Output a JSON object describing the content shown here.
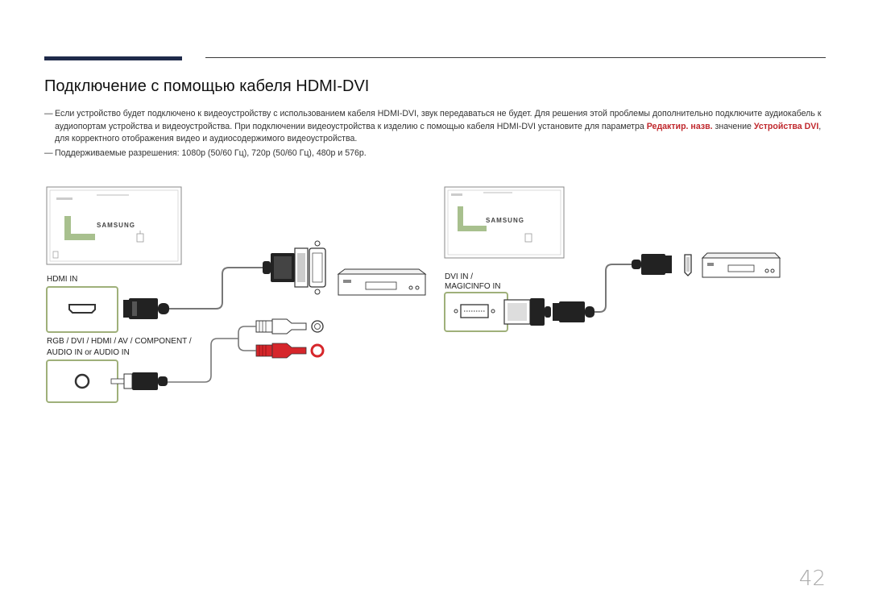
{
  "title": "Подключение с помощью кабеля HDMI-DVI",
  "notes": {
    "dash": "―",
    "note1_part1": "Если устройство будет подключено к видеоустройству с использованием кабеля HDMI-DVI, звук передаваться не будет. Для решения этой проблемы дополнительно подключите аудиокабель к аудиопортам устройства и видеоустройства. При подключении видеоустройства к изделию с помощью кабеля HDMI-DVI установите для параметра ",
    "note1_hl1": "Редактир. назв.",
    "note1_part2": " значение ",
    "note1_hl2": "Устройства DVI",
    "note1_part3": ", для корректного отображения видео и аудиосодержимого видеоустройства.",
    "note2": "Поддерживаемые разрешения: 1080p (50/60 Гц), 720p (50/60 Гц), 480p и 576p."
  },
  "diagram_left": {
    "brand": "SAMSUNG",
    "hdmi_in_label": "HDMI IN",
    "audio_label_line1": "RGB / DVI / HDMI / AV / COMPONENT /",
    "audio_label_line2": "AUDIO IN or AUDIO IN"
  },
  "diagram_right": {
    "brand": "SAMSUNG",
    "dvi_label_line1": "DVI IN /",
    "dvi_label_line2": "MAGICINFO IN"
  },
  "page_number": "42",
  "colors": {
    "accent_bar": "#1f2a4a",
    "highlight": "#c0282d",
    "port_border": "#9fb07a",
    "rca_red": "#d6262b"
  }
}
